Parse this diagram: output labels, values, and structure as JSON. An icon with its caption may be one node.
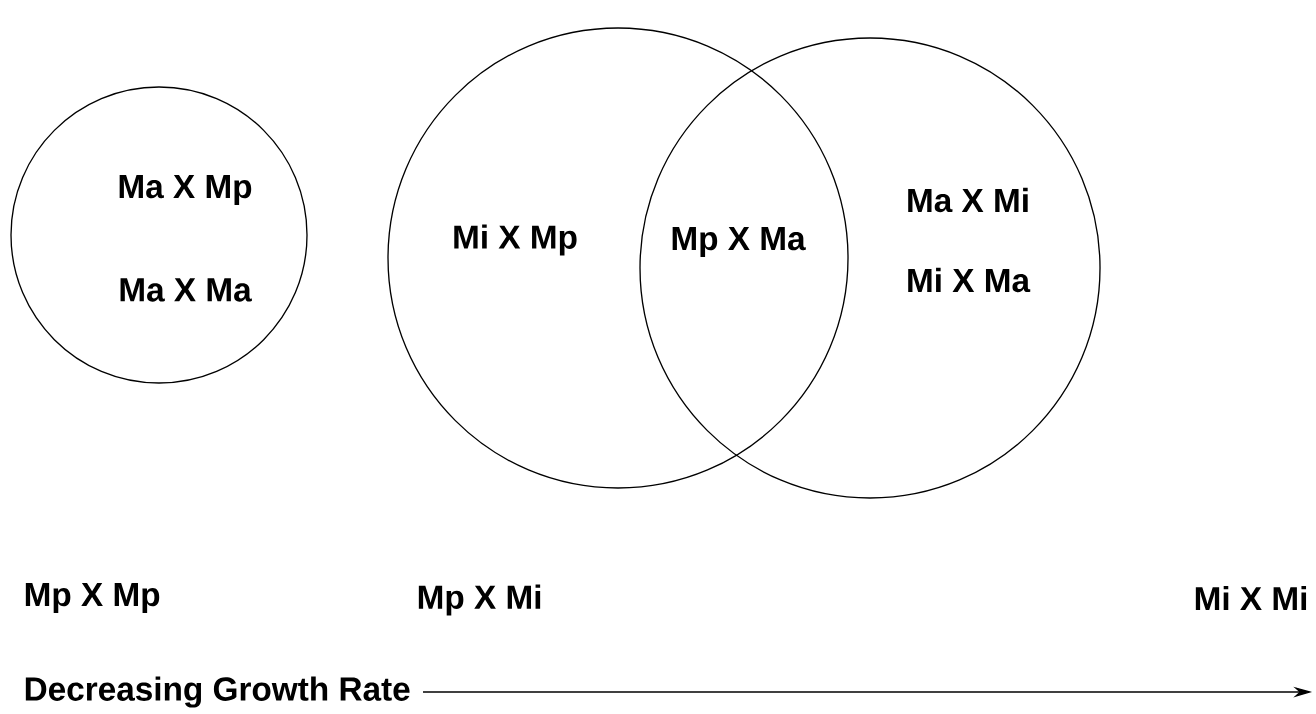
{
  "diagram": {
    "nodes": [
      {
        "text": [
          "Ma X Mp",
          "Ma X Ma"
        ]
      },
      {
        "text": [
          "Mi X Mp"
        ]
      },
      {
        "text": [
          "Ma X Mi",
          "Mi X Ma"
        ]
      }
    ],
    "labels": [
      "Mp X Ma",
      "Mp X Mp",
      "Mp X Mi",
      "Mi X Mi",
      "Decreasing Growth Rate"
    ]
  }
}
